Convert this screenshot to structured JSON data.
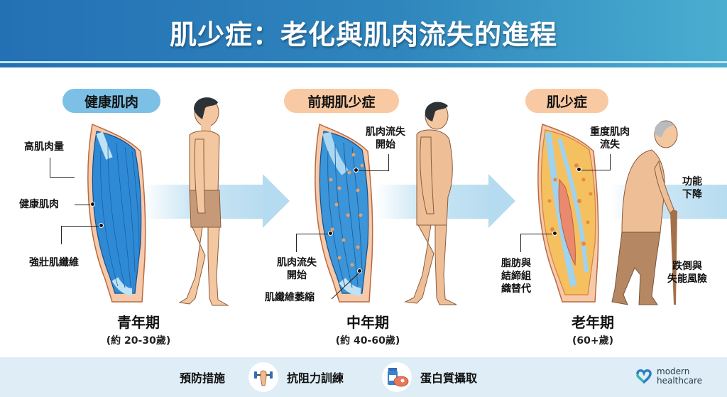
{
  "header": {
    "title": "肌少症：老化與肌肉流失的進程"
  },
  "stages": [
    {
      "badge": "健康肌肉",
      "badge_color": "#7cc0e6",
      "age_group": "青年期",
      "age_range": "(約 20-30歲)",
      "annotations": [
        "高肌肉量",
        "健康肌肉",
        "強壯肌纖維"
      ],
      "muscle_color": "#2f8ad6"
    },
    {
      "badge": "前期肌少症",
      "badge_color": "#f8c9a2",
      "age_group": "中年期",
      "age_range": "(約 40-60歲)",
      "annotations": [
        "肌肉流失\n開始",
        "肌肉流失\n開始",
        "肌纖維萎縮"
      ],
      "muscle_color": "#3b95d8"
    },
    {
      "badge": "肌少症",
      "badge_color": "#f8c9a2",
      "age_group": "老年期",
      "age_range": "(60+歲)",
      "annotations": [
        "重度肌肉\n流失",
        "脂肪與\n結締組\n織替代",
        "功能\n下降",
        "跌倒與\n失能風險"
      ],
      "muscle_color": "#f5c060"
    }
  ],
  "footer": {
    "prevention_label": "預防措施",
    "items": [
      {
        "icon": "dumbbell-fist-icon",
        "label": "抗阻力訓練"
      },
      {
        "icon": "protein-bottle-steak-icon",
        "label": "蛋白質攝取"
      }
    ],
    "brand_line1": "modern",
    "brand_line2": "healthcare"
  },
  "colors": {
    "header_start": "#2470b4",
    "header_end": "#4aaed0",
    "arrow": "#b5dbf0",
    "footer_bg": "#deedf6",
    "skin": "#f3c7a0",
    "shorts": "#c69a78"
  }
}
